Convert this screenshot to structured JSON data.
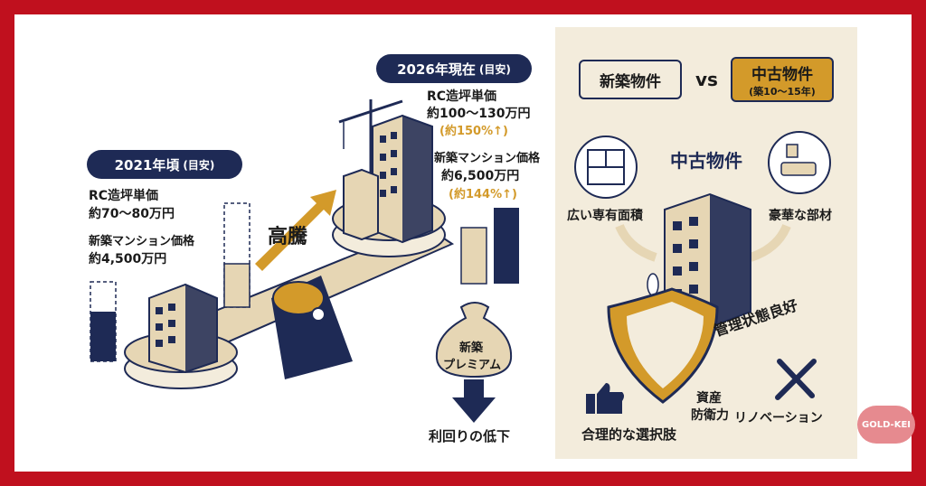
{
  "left": {
    "past": {
      "badge_main": "2021年頃",
      "badge_sub": "(目安)",
      "rc_label": "RC造坪単価",
      "rc_value": "約70〜80万円",
      "condo_label": "新築マンション価格",
      "condo_value": "約4,500万円"
    },
    "present": {
      "badge_main": "2026年現在",
      "badge_sub": "(目安)",
      "rc_label": "RC造坪単価",
      "rc_value": "約100〜130万円",
      "rc_change": "(約150%↑)",
      "condo_label": "新築マンション価格",
      "condo_value": "約6,500万円",
      "condo_change": "(約144%↑)"
    },
    "arrow_label": "高騰",
    "bag_line1": "新築",
    "bag_line2": "プレミアム",
    "result_label": "利回りの低下"
  },
  "right": {
    "new_box": "新築物件",
    "vs": "vs",
    "used_box_main": "中古物件",
    "used_box_sub": "(築10〜15年)",
    "center_title": "中古物件",
    "feature_area": "広い専有面積",
    "feature_material": "豪華な部材",
    "feature_management": "管理状態良好",
    "feature_asset_line1": "資産",
    "feature_asset_line2": "防衛力",
    "feature_choice": "合理的な選択肢",
    "feature_renovation": "リノベーション"
  },
  "watermark": "GOLD-KEI",
  "colors": {
    "navy": "#1e2a55",
    "gold": "#d39a2a",
    "beige": "#e6d6b4",
    "frame_red": "#c0101e"
  }
}
